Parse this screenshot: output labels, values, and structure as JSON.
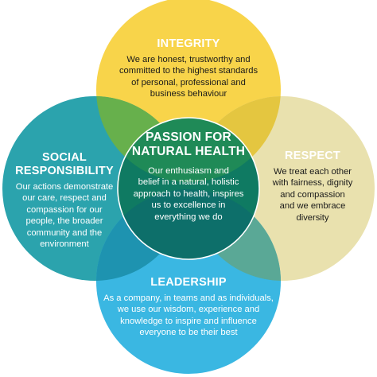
{
  "colors": {
    "integrity": "#f8d44a",
    "respect": "#e9e1ae",
    "social_responsibility": "#2ba3ad",
    "leadership": "#3ab7e2",
    "center": "#0f7a62",
    "center_ring": "#ffffff"
  },
  "circles": {
    "integrity": {
      "title": "INTEGRITY",
      "lines": [
        "We are honest, trustworthy and",
        "committed to the highest standards",
        "of personal, professional and",
        "business behaviour"
      ]
    },
    "respect": {
      "title": "RESPECT",
      "lines": [
        "We treat each other",
        "with fairness, dignity",
        "and compassion",
        "and we embrace",
        "diversity"
      ]
    },
    "social_responsibility": {
      "title_lines": [
        "SOCIAL",
        "RESPONSIBILITY"
      ],
      "lines": [
        "Our actions demonstrate",
        "our care, respect and",
        "compassion for our",
        "people, the broader",
        "community and the",
        "environment"
      ]
    },
    "leadership": {
      "title": "LEADERSHIP",
      "lines": [
        "As a company, in teams and as individuals,",
        "we use our wisdom, experience and",
        "knowledge to inspire and influence",
        "everyone to be their best"
      ]
    }
  },
  "center": {
    "title_lines": [
      "PASSION FOR",
      "NATURAL HEALTH"
    ],
    "lines": [
      "Our enthusiasm and",
      "belief in a natural, holistic",
      "approach to health, inspires",
      "us to excellence in",
      "everything we do"
    ]
  }
}
